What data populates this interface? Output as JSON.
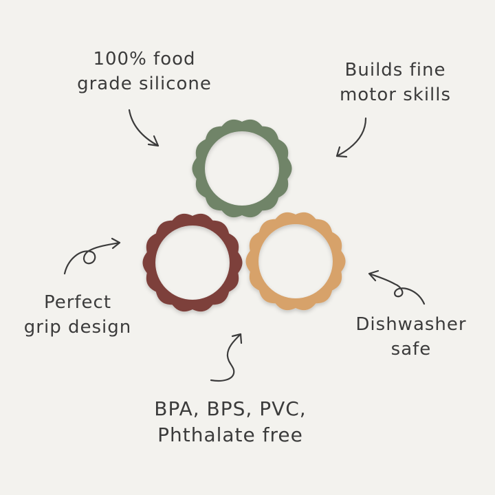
{
  "features": [
    {
      "line1": "100% food",
      "line2": "grade silicone"
    },
    {
      "line1": "Builds fine",
      "line2": "motor skills"
    },
    {
      "line1": "Perfect",
      "line2": "grip design"
    },
    {
      "line1": "Dishwasher",
      "line2": "safe"
    },
    {
      "line1": "BPA, BPS, PVC,",
      "line2": "Phthalate free"
    }
  ],
  "rings": [
    {
      "name": "sage",
      "color": "#6f8468"
    },
    {
      "name": "berry",
      "color": "#7d3f3a"
    },
    {
      "name": "caramel",
      "color": "#d7a26b"
    }
  ],
  "colors": {
    "background": "#f3f2ee",
    "text": "#3b3b3b",
    "arrow": "#3b3b3b"
  }
}
